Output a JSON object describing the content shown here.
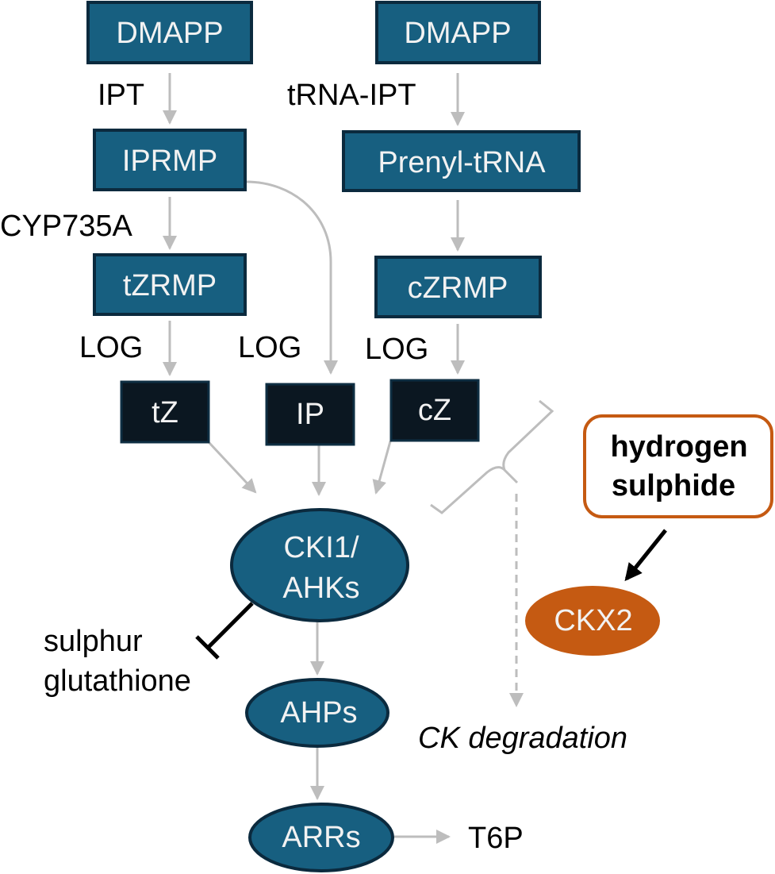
{
  "colors": {
    "node_fill": "#175f80",
    "node_border": "#0b2a3e",
    "dark_node_fill": "#0b1721",
    "dark_node_border": "#0e2e42",
    "ellipse_fill": "#175f80",
    "ellipse_border": "#0b2a3e",
    "orange": "#c55a12",
    "arrow_grey": "#bdbdbd",
    "black": "#000000"
  },
  "nodes": {
    "dmapp_left": "DMAPP",
    "dmapp_right": "DMAPP",
    "iprmp": "IPRMP",
    "prenyl_trna": "Prenyl-tRNA",
    "tzrmp": "tZRMP",
    "czrmp": "cZRMP",
    "tz": "tZ",
    "ip": "IP",
    "cz": "cZ",
    "cki1_line1": "CKI1/",
    "cki1_line2": "AHKs",
    "ahps": "AHPs",
    "arrs": "ARRs",
    "ckx2": "CKX2",
    "hydrogen_line1": "hydrogen",
    "hydrogen_line2": "sulphide"
  },
  "enzymes": {
    "ipt": "IPT",
    "trna_ipt": "tRNA-IPT",
    "cyp735a": "CYP735A",
    "log_left": "LOG",
    "log_middle": "LOG",
    "log_right": "LOG"
  },
  "labels": {
    "sulphur": "sulphur",
    "glutathione": "glutathione",
    "ck_degradation": "CK degradation",
    "t6p": "T6P"
  },
  "edges": [
    {
      "from": "DMAPP",
      "to": "IPRMP",
      "via": "IPT",
      "type": "activation"
    },
    {
      "from": "DMAPP",
      "to": "Prenyl-tRNA",
      "via": "tRNA-IPT",
      "type": "activation"
    },
    {
      "from": "IPRMP",
      "to": "tZRMP",
      "via": "CYP735A",
      "type": "activation"
    },
    {
      "from": "IPRMP",
      "to": "IP",
      "via": "LOG",
      "type": "activation"
    },
    {
      "from": "Prenyl-tRNA",
      "to": "cZRMP",
      "type": "activation"
    },
    {
      "from": "tZRMP",
      "to": "tZ",
      "via": "LOG",
      "type": "activation"
    },
    {
      "from": "cZRMP",
      "to": "cZ",
      "via": "LOG",
      "type": "activation"
    },
    {
      "from": "tZ",
      "to": "CKI1/AHKs",
      "type": "activation"
    },
    {
      "from": "IP",
      "to": "CKI1/AHKs",
      "type": "activation"
    },
    {
      "from": "cZ",
      "to": "CKI1/AHKs",
      "type": "activation"
    },
    {
      "from": "CKI1/AHKs",
      "to": "AHPs",
      "type": "activation"
    },
    {
      "from": "AHPs",
      "to": "ARRs",
      "type": "activation"
    },
    {
      "from": "ARRs",
      "to": "T6P",
      "type": "activation"
    },
    {
      "from": "CKI1/AHKs",
      "to": "sulphur glutathione",
      "type": "inhibition"
    },
    {
      "from": "hydrogen sulphide",
      "to": "CKX2",
      "type": "activation"
    },
    {
      "from": "tZ/IP/cZ",
      "to": "CK degradation",
      "type": "dashed"
    }
  ]
}
